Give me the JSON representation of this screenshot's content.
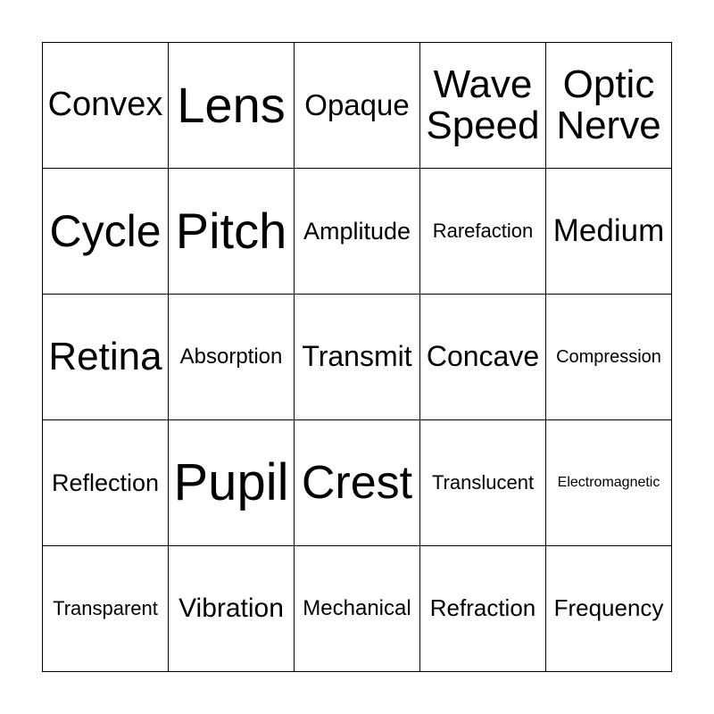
{
  "cells": [
    [
      "Convex",
      "Lens",
      "Opaque",
      "Wave Speed",
      "Optic Nerve"
    ],
    [
      "Cycle",
      "Pitch",
      "Amplitude",
      "Rarefaction",
      "Medium"
    ],
    [
      "Retina",
      "Absorption",
      "Transmit",
      "Concave",
      "Compression"
    ],
    [
      "Reflection",
      "Pupil",
      "Crest",
      "Translucent",
      "Electromagnetic"
    ],
    [
      "Transparent",
      "Vibration",
      "Mechanical",
      "Refraction",
      "Frequency"
    ]
  ]
}
